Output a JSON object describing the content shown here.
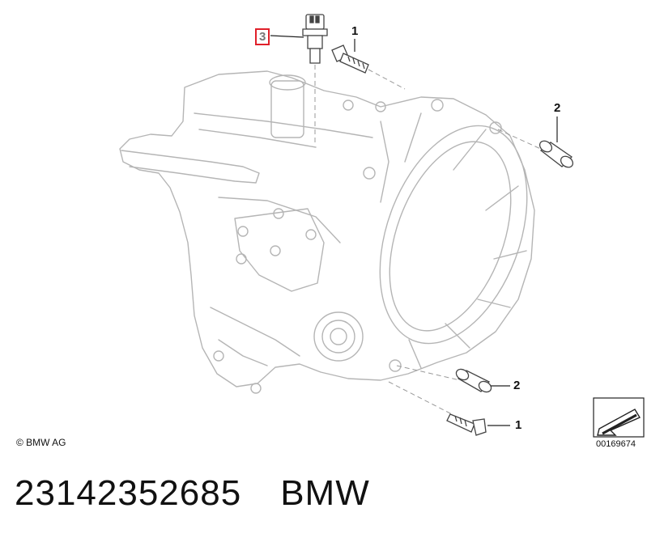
{
  "diagram": {
    "callouts": [
      {
        "id": "c1",
        "label": "3",
        "highlighted": true
      },
      {
        "id": "c2",
        "label": "1",
        "highlighted": false
      },
      {
        "id": "c3",
        "label": "2",
        "highlighted": false
      },
      {
        "id": "c4",
        "label": "2",
        "highlighted": false
      },
      {
        "id": "c5",
        "label": "1",
        "highlighted": false
      }
    ],
    "copyright": "© BMW AG",
    "diagram_number": "00169674",
    "highlight_color": "#e0202a",
    "line_color": "#9a9a9a",
    "part_color": "#b5b5b5"
  },
  "caption": {
    "part_number": "23142352685",
    "brand": "BMW"
  }
}
